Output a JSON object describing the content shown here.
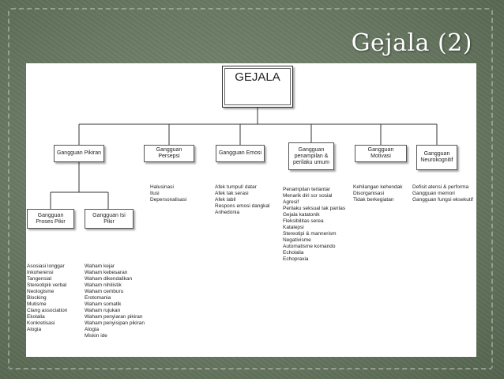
{
  "slide_title": "Gejala (2)",
  "root": "GEJALA",
  "categories": [
    {
      "label": "Gangguan Pikiran"
    },
    {
      "label": "Gangguan Persepsi",
      "items": [
        "Halusinasi",
        "Ilusi",
        "Depersonalisasi"
      ]
    },
    {
      "label": "Gangguan Emosi",
      "items": [
        "Afek tumpul/ datar",
        "Afek tak serasi",
        "Afek labil",
        "Respons emosi dangkal",
        "Anhedonia"
      ]
    },
    {
      "label": "Gangguan penampilan & perilaku umum",
      "items": [
        "Penampilan terlantar",
        "Menarik diri scr sosial",
        "Agresif",
        "Perilaku seksual tak pantas",
        "Gejala katatonik",
        "Fleksibilitas serea",
        "Katalepsi",
        "Stereotipi & mannerism",
        "Negativisme",
        "Automatisme komando",
        "Echolalia",
        "Echopraxia"
      ]
    },
    {
      "label": "Gangguan Motivasi",
      "items": [
        "Kehilangan kehendak",
        "Disorganisasi",
        "Tidak berkegiatan"
      ]
    },
    {
      "label": "Gangguan Neurokognitif",
      "items": [
        "Defisit atensi & performa",
        "Gangguan memori",
        "Gangguan fungsi eksekutif"
      ]
    }
  ],
  "subcategories": [
    {
      "label": "Gangguan Proses Pikir",
      "items": [
        "Asosiasi longgar",
        "Inkoherensi",
        "Tangensial",
        "Stereotipik verbal",
        "Neologisme",
        "Blocking",
        "Mutisme",
        "Clang association",
        "Ekolalia",
        "Konkretisasi",
        "Alogia"
      ]
    },
    {
      "label": "Gangguan Isi Pikir",
      "items": [
        "Waham kejar",
        "Waham kebesaran",
        "Waham dikendalikan",
        "Waham nihilistik",
        "Waham cemburu",
        "Erotomania",
        "Waham somatik",
        "Waham rujukan",
        "Waham penyiaran pikiran",
        "Waham penyisipan pikiran",
        "Alogia",
        "Miskin ide"
      ]
    }
  ]
}
